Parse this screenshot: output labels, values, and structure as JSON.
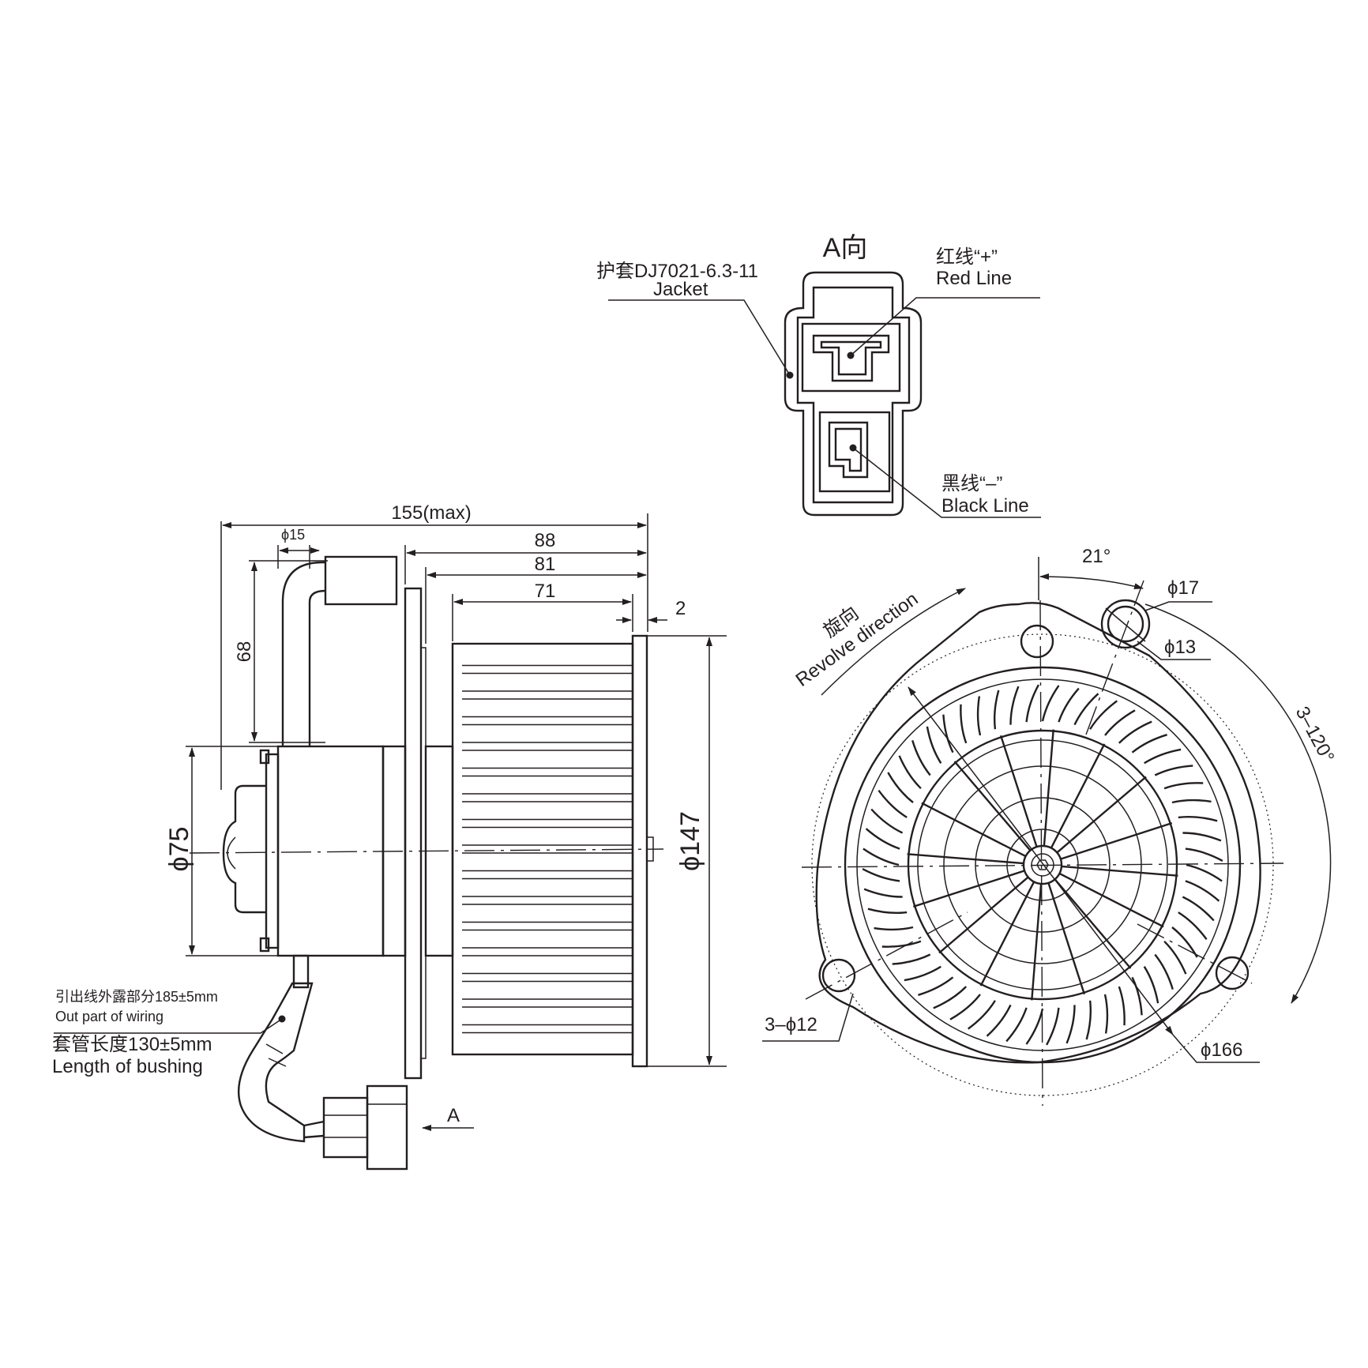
{
  "view_a": {
    "title": "A向",
    "jacket_cn": "护套DJ7021-6.3-11",
    "jacket_en": "Jacket",
    "red_cn": "红线“+”",
    "red_en": "Red Line",
    "black_cn": "黑线“–”",
    "black_en": "Black Line"
  },
  "side_view": {
    "dim_total": "155(max)",
    "dim_88": "88",
    "dim_81": "81",
    "dim_71": "71",
    "dim_2": "2",
    "dim_phi15": "ϕ15",
    "dim_68": "68",
    "dim_phi75": "ϕ75",
    "dim_phi147": "ϕ147",
    "wiring_cn": "引出线外露部分185±5mm",
    "wiring_en": "Out part of wiring",
    "bushing_cn": "套管长度130±5mm",
    "bushing_en": "Length of bushing",
    "arrow_label": "A"
  },
  "front_view": {
    "revolve_cn": "旋向",
    "revolve_en": "Revolve direction",
    "angle_21": "21°",
    "phi17": "ϕ17",
    "phi13": "ϕ13",
    "angle_3x120": "3–120°",
    "holes_3x12": "3–ϕ12",
    "phi166": "ϕ166"
  }
}
